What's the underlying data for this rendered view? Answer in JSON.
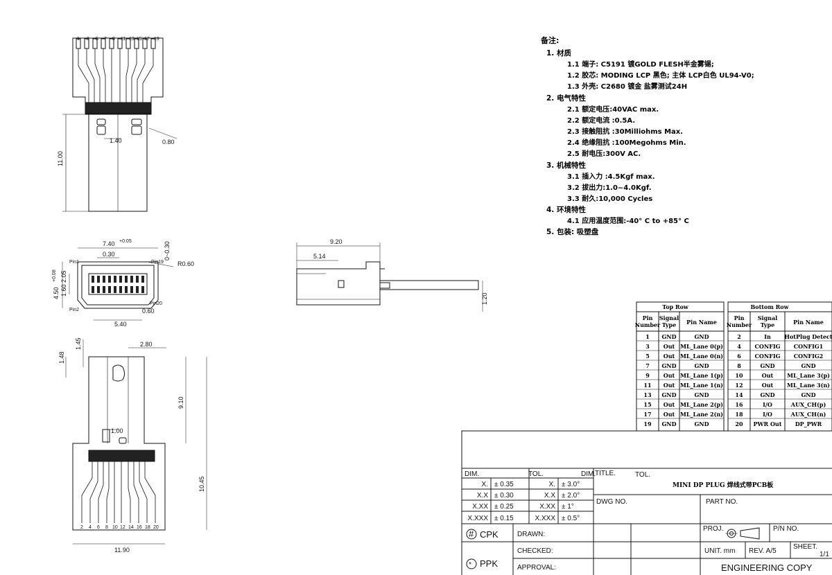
{
  "views": {
    "top": {
      "dim_height": "11.00",
      "dim_pitch": "1.40",
      "dim_width": "0.80",
      "pin_numbers": [
        "1",
        "3",
        "5",
        "7",
        "9",
        "11",
        "13",
        "15",
        "17",
        "19"
      ]
    },
    "front": {
      "dim_width": "7.40",
      "dim_tol": "+0.05",
      "dim_inner": "0.30",
      "dim_tol_right": "0~0.30",
      "dim_radius": "R0.60",
      "dim_height": "4.50",
      "dim_height_tol": "+0.08",
      "dim_inner_h": "1.60",
      "dim_inner_h2": "2.05",
      "dim_bottom": "5.40",
      "dim_bottom_right": "0.60",
      "pin1": "Pin1",
      "pin19": "Pin19",
      "pin20": "Pin20",
      "pin2": "Pin2"
    },
    "side": {
      "dim_length": "9.20",
      "dim_partial": "5.14",
      "dim_thickness": "1.20"
    },
    "bottom": {
      "dim_145": "1.45",
      "dim_280": "2.80",
      "dim_148": "1.48",
      "dim_910": "9.10",
      "dim_100": "1.00",
      "dim_1045": "10.45",
      "dim_1190": "11.90",
      "pin_numbers_bottom": [
        "2",
        "4",
        "6",
        "8",
        "10",
        "12",
        "14",
        "16",
        "18",
        "20"
      ]
    }
  },
  "notes": {
    "heading": "备注:",
    "sections": [
      {
        "title": "1. 材质",
        "items": [
          "1.1 端子: C5191 镀GOLD FLESH半金雾锡;",
          "1.2 胶芯: MODING LCP 黑色; 主体 LCP白色 UL94-V0;",
          "1.3 外壳: C2680 镀金 盐雾测试24H"
        ]
      },
      {
        "title": "2. 电气特性",
        "items": [
          "2.1  额定电压:40VAC max.",
          "2.2  额定电流  :0.5A.",
          "2.3  接触阻抗 :30Milliohms Max.",
          "2.4  绝缘阻抗 :100Megohms Min.",
          "2.5  耐电压:300V AC."
        ]
      },
      {
        "title": "3. 机械特性",
        "items": [
          "3.1  插入力 :4.5Kgf  max.",
          "3.2  拔出力:1.0~4.0Kgf.",
          "3.3  耐久:10,000 Cycles"
        ]
      },
      {
        "title": "4. 环境特性",
        "items": [
          "4.1  应用温度范围:-40° C to +85° C"
        ]
      },
      {
        "title": "5. 包装: 吸塑盘",
        "items": []
      }
    ]
  },
  "pin_table": {
    "top_header": "Top Row",
    "bottom_header": "Bottom Row",
    "col_pin": "Pin Number",
    "col_pin_l1": "Pin",
    "col_pin_l2": "Number",
    "col_sig_l1": "Signal",
    "col_sig_l2": "Type",
    "col_name": "Pin Name",
    "top_rows": [
      [
        "1",
        "GND",
        "GND"
      ],
      [
        "3",
        "Out",
        "ML_Lane 0(p)"
      ],
      [
        "5",
        "Out",
        "ML_Lane 0(n)"
      ],
      [
        "7",
        "GND",
        "GND"
      ],
      [
        "9",
        "Out",
        "ML_Lane 1(p)"
      ],
      [
        "11",
        "Out",
        "ML_Lane 1(n)"
      ],
      [
        "13",
        "GND",
        "GND"
      ],
      [
        "15",
        "Out",
        "ML_Lane 2(p)"
      ],
      [
        "17",
        "Out",
        "ML_Lane 2(n)"
      ],
      [
        "19",
        "GND",
        "GND"
      ]
    ],
    "bottom_rows": [
      [
        "2",
        "In",
        "HotPlug Detect"
      ],
      [
        "4",
        "CONFIG",
        "CONFIG1"
      ],
      [
        "6",
        "CONFIG",
        "CONFIG2"
      ],
      [
        "8",
        "GND",
        "GND"
      ],
      [
        "10",
        "Out",
        "ML_Lane 3(p)"
      ],
      [
        "12",
        "Out",
        "ML_Lane 3(n)"
      ],
      [
        "14",
        "GND",
        "GND"
      ],
      [
        "16",
        "I/O",
        "AUX_CH(p)"
      ],
      [
        "18",
        "I/O",
        "AUX_CH(n)"
      ],
      [
        "20",
        "PWR Out",
        "DP_PWR"
      ]
    ]
  },
  "title_block": {
    "dim_label": "DIM.",
    "tol_label": "TOL.",
    "dim_label2": "DIM.",
    "title_label": "TITLE.",
    "tol_label2": "TOL.",
    "title": "MINI DP PLUG 焊线式带PCB板",
    "tolerances_left": [
      [
        "X.",
        "± 0.35"
      ],
      [
        "X.X",
        "± 0.30"
      ],
      [
        "X.XX",
        "± 0.25"
      ],
      [
        "X.XXX",
        "± 0.15"
      ]
    ],
    "tolerances_right": [
      [
        "X.",
        "± 3.0°"
      ],
      [
        "X.X",
        "± 2.0°"
      ],
      [
        "X.XX",
        "± 1°"
      ],
      [
        "X.XXX",
        "± 0.5°"
      ]
    ],
    "dwg_no": "DWG NO.",
    "part_no": "PART NO.",
    "proj": "PROJ.",
    "pn_no": "P/N NO.",
    "unit": "UNIT. mm",
    "rev": "REV. A/5",
    "sheet": "SHEET.",
    "sheet_val": "1/1",
    "drawn_prefix": "CPK",
    "checked_prefix": "PPK",
    "drawn": "DRAWN:",
    "checked": "CHECKED:",
    "approval": "APPROVAL:",
    "footer": "ENGINEERING COPY"
  }
}
